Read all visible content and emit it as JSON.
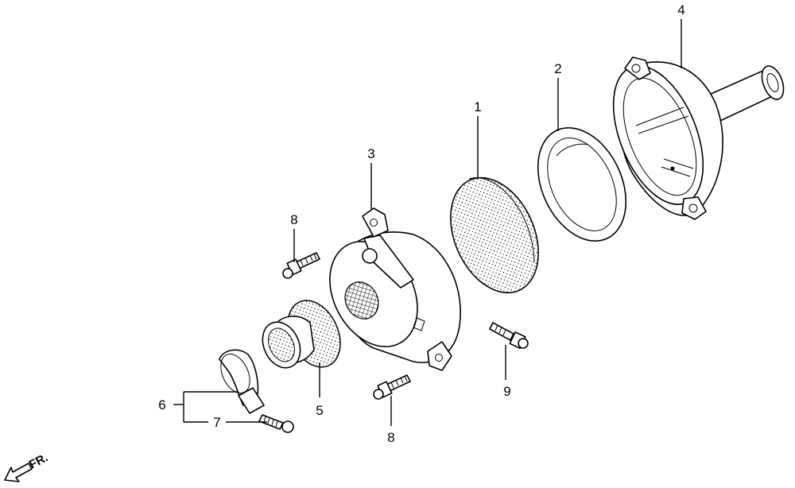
{
  "labels": {
    "p1": "1",
    "p2": "2",
    "p3": "3",
    "p4": "4",
    "p5": "5",
    "p6": "6",
    "p7": "7",
    "p8a": "8",
    "p8b": "8",
    "p9": "9"
  },
  "front_indicator": "FR."
}
